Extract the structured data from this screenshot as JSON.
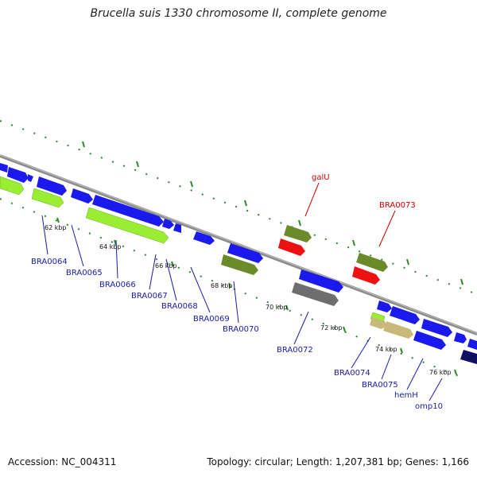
{
  "title": "Brucella suis 1330 chromosome II, complete genome",
  "accession": "Accession: NC_004311",
  "stats": "Topology: circular; Length: 1,207,381 bp; Genes: 1,166",
  "colors": {
    "blue": "#1a1aee",
    "light_green": "#99ee33",
    "olive": "#6b8a2a",
    "red": "#ee1111",
    "gray": "#6e6e6e",
    "tan": "#c8b87a",
    "navy": "#101060",
    "backbone": "#8c8c8c",
    "ticks": "#2a8a2a"
  },
  "gene_labels": [
    {
      "text": "BRA0064",
      "color": "blue"
    },
    {
      "text": "BRA0065",
      "color": "blue"
    },
    {
      "text": "BRA0066",
      "color": "blue"
    },
    {
      "text": "BRA0067",
      "color": "blue"
    },
    {
      "text": "BRA0068",
      "color": "blue"
    },
    {
      "text": "BRA0069",
      "color": "blue"
    },
    {
      "text": "BRA0070",
      "color": "blue"
    },
    {
      "text": "BRA0072",
      "color": "blue"
    },
    {
      "text": "BRA0074",
      "color": "blue"
    },
    {
      "text": "BRA0075",
      "color": "blue"
    },
    {
      "text": "hemH",
      "color": "blue"
    },
    {
      "text": "omp10",
      "color": "blue"
    },
    {
      "text": "galU",
      "color": "red"
    },
    {
      "text": "BRA0073",
      "color": "red"
    }
  ],
  "scale_labels": [
    "62 kbp",
    "64 kbp",
    "66 kbp",
    "68 kbp",
    "70 kbp",
    "72 kbp",
    "74 kbp",
    "76 kbp"
  ]
}
